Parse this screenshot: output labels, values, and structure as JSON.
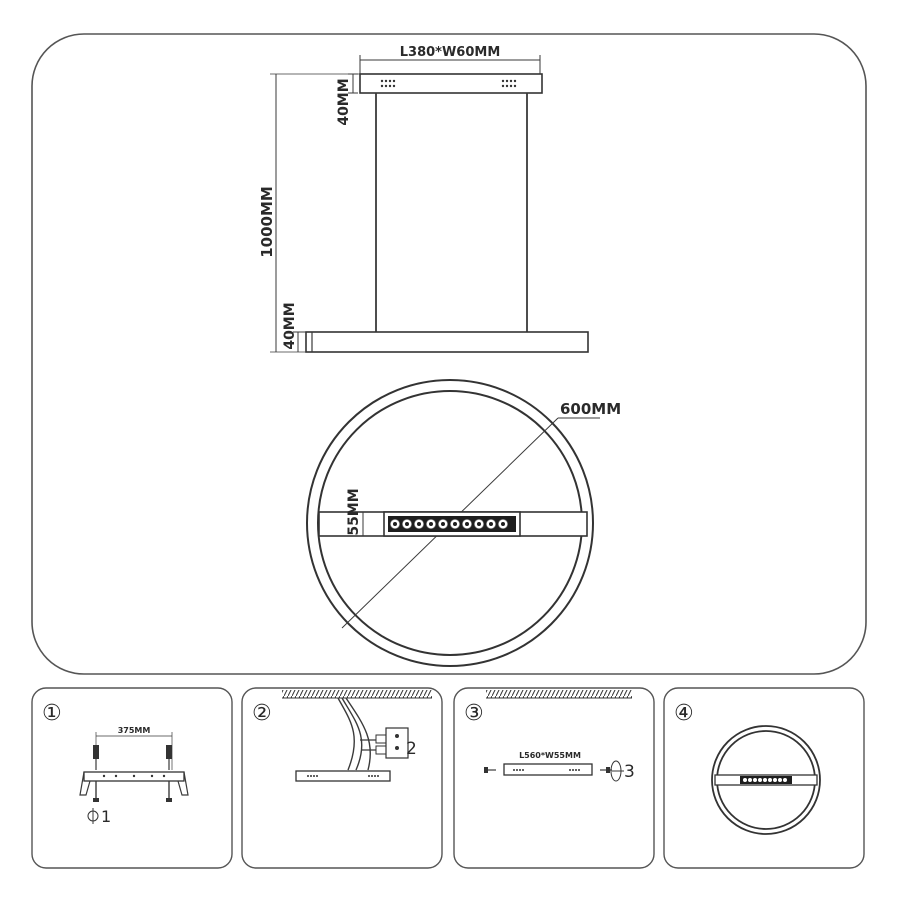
{
  "main_drawing": {
    "top_bracket_dim": "L380*W60MM",
    "bracket_height_dim": "40MM",
    "cable_length_dim": "1000MM",
    "bar_height_dim": "40MM",
    "ring_diameter_dim": "600MM",
    "bar_width_dim": "55MM"
  },
  "steps": [
    {
      "number": "①",
      "dim_label": "375MM",
      "callout": "1"
    },
    {
      "number": "②",
      "callout": "2"
    },
    {
      "number": "③",
      "dim_label": "L560*W55MM",
      "callout": "3"
    },
    {
      "number": "④"
    }
  ],
  "colors": {
    "line": "#3a3a3a",
    "frame": "#555555",
    "background": "#ffffff"
  }
}
